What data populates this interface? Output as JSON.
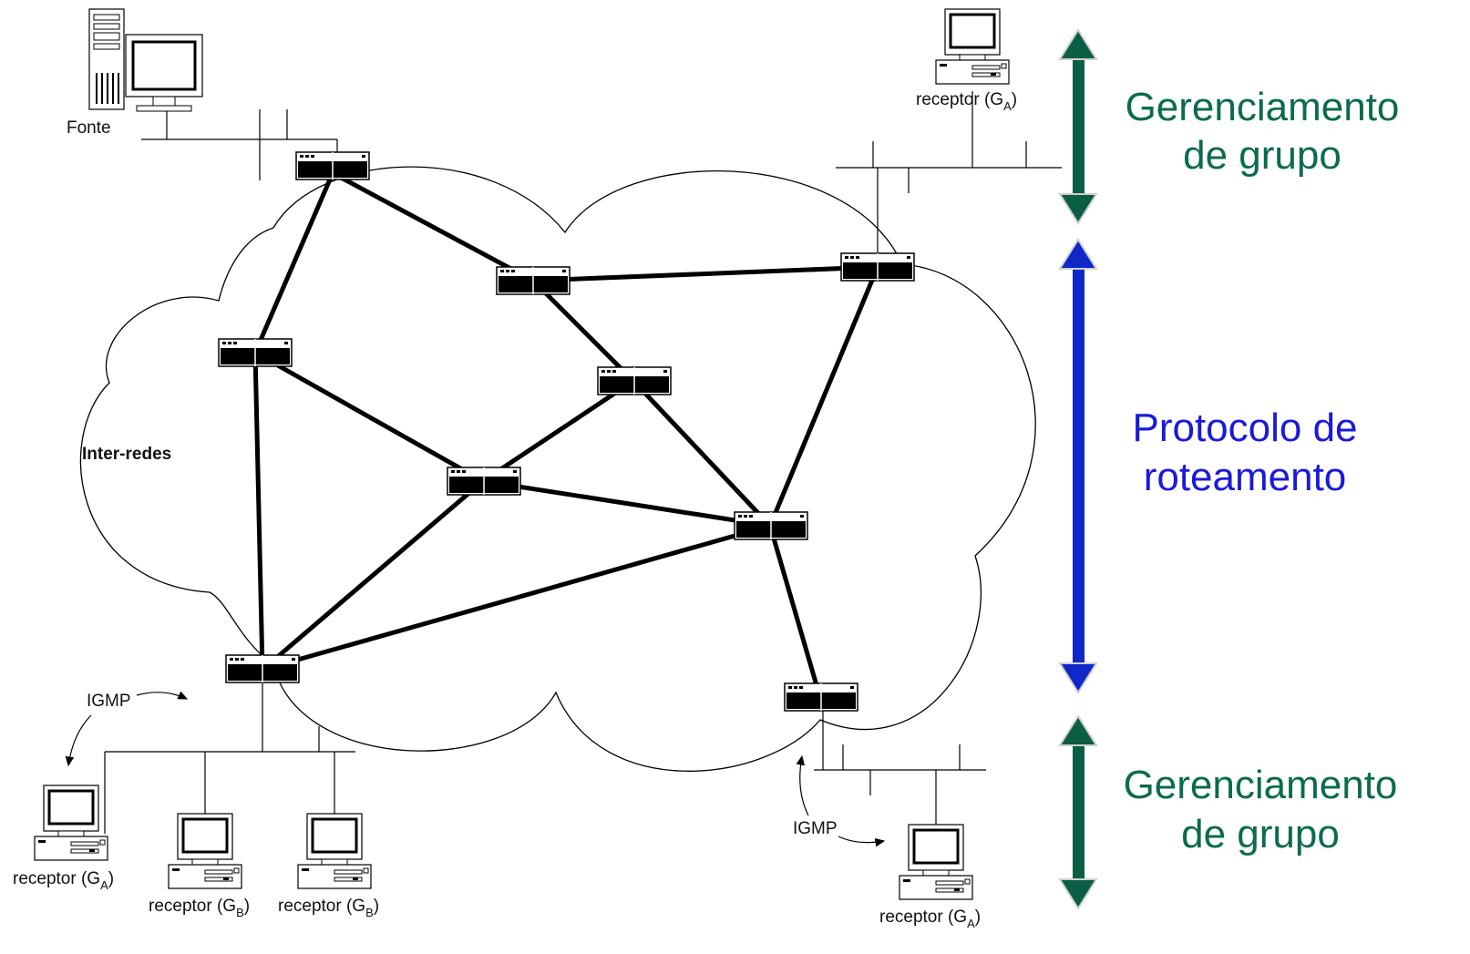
{
  "labels": {
    "source": "Fonte",
    "internet": "Inter-redes",
    "igmp_left": "IGMP",
    "igmp_right": "IGMP"
  },
  "receivers": {
    "top_right": {
      "prefix": "receptor (G",
      "sub": "A",
      "suffix": ")"
    },
    "bottom_left": {
      "prefix": "receptor (G",
      "sub": "A",
      "suffix": ")"
    },
    "bottom_mid1": {
      "prefix": "receptor (G",
      "sub": "B",
      "suffix": ")"
    },
    "bottom_mid2": {
      "prefix": "receptor (G",
      "sub": "B",
      "suffix": ")"
    },
    "bottom_right": {
      "prefix": "receptor (G",
      "sub": "A",
      "suffix": ")"
    }
  },
  "sections": {
    "top": {
      "line1": "Gerenciamento",
      "line2": "de grupo",
      "color": "#0b6b4e"
    },
    "middle": {
      "line1": "Protocolo de",
      "line2": "roteamento",
      "color": "#1a1adb"
    },
    "bottom": {
      "line1": "Gerenciamento",
      "line2": "de grupo",
      "color": "#0b6b4e"
    }
  },
  "icons": {
    "router": "router-icon",
    "workstation": "desktop-computer-icon",
    "server": "server-tower-icon",
    "arrow": "double-arrow-icon"
  }
}
